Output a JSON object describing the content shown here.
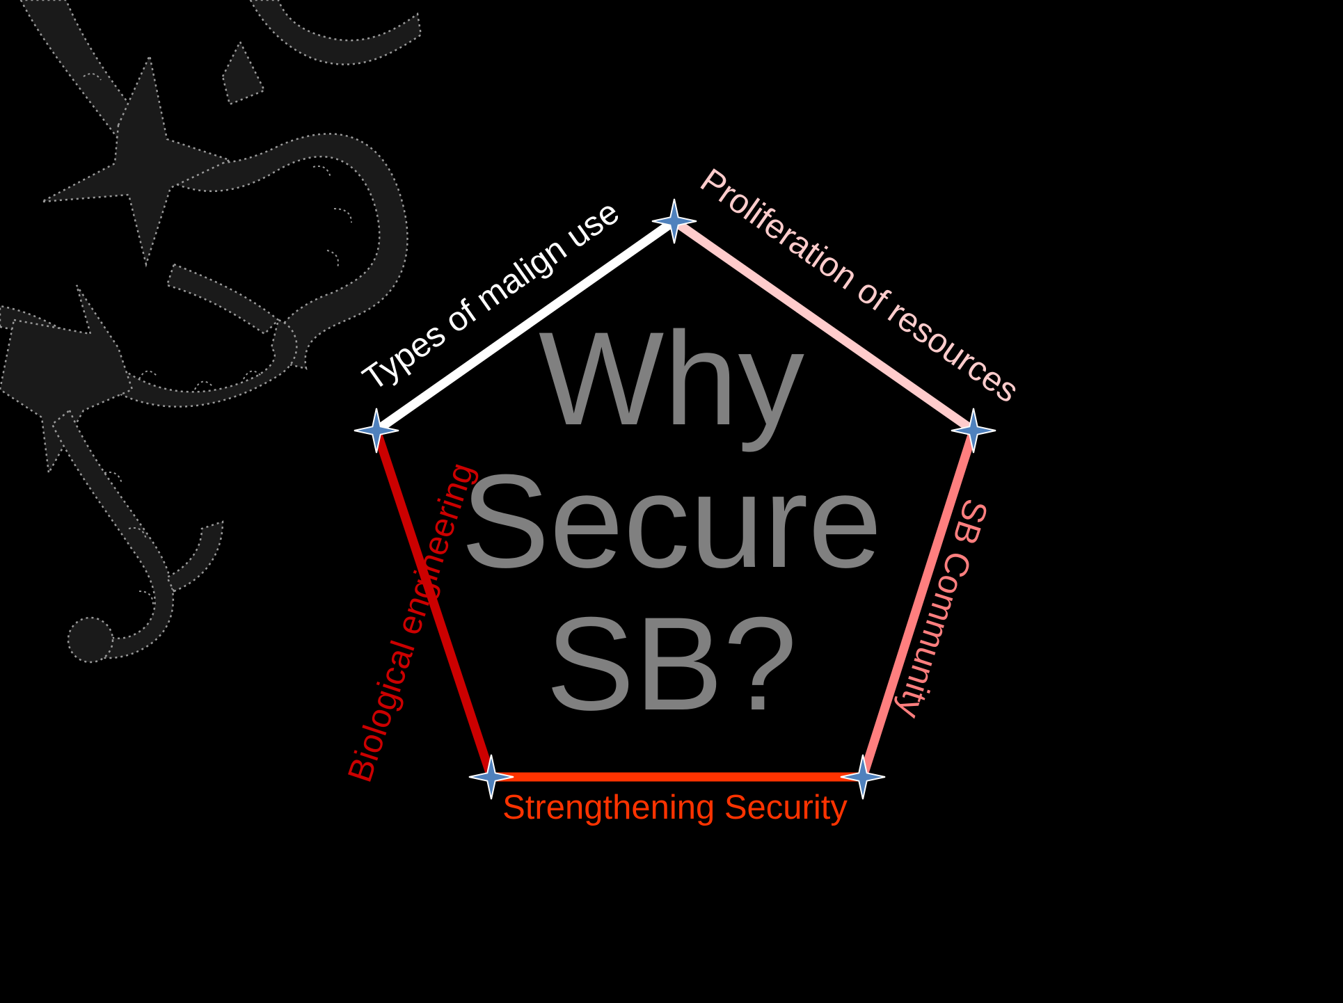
{
  "title_lines": [
    "Why",
    "Secure",
    "SB?"
  ],
  "edges": {
    "top_left": {
      "label": "Types of malign use",
      "color": "#FFFFFF"
    },
    "top_right": {
      "label": "Proliferation of resources",
      "color": "#FFCCCC"
    },
    "right": {
      "label": "SB Community",
      "color": "#FF7F7F"
    },
    "bottom": {
      "label": "Strengthening Security",
      "color": "#FF3300"
    },
    "left": {
      "label": "Biological engineering",
      "color": "#CC0000"
    }
  },
  "colors": {
    "background": "#000000",
    "title": "#808080",
    "vertex_star": "#4F81BD",
    "decoration": "#1A1A1A"
  },
  "icons": {
    "vertex": "four-point-star-icon",
    "decoration": "dna-helix-icon"
  }
}
